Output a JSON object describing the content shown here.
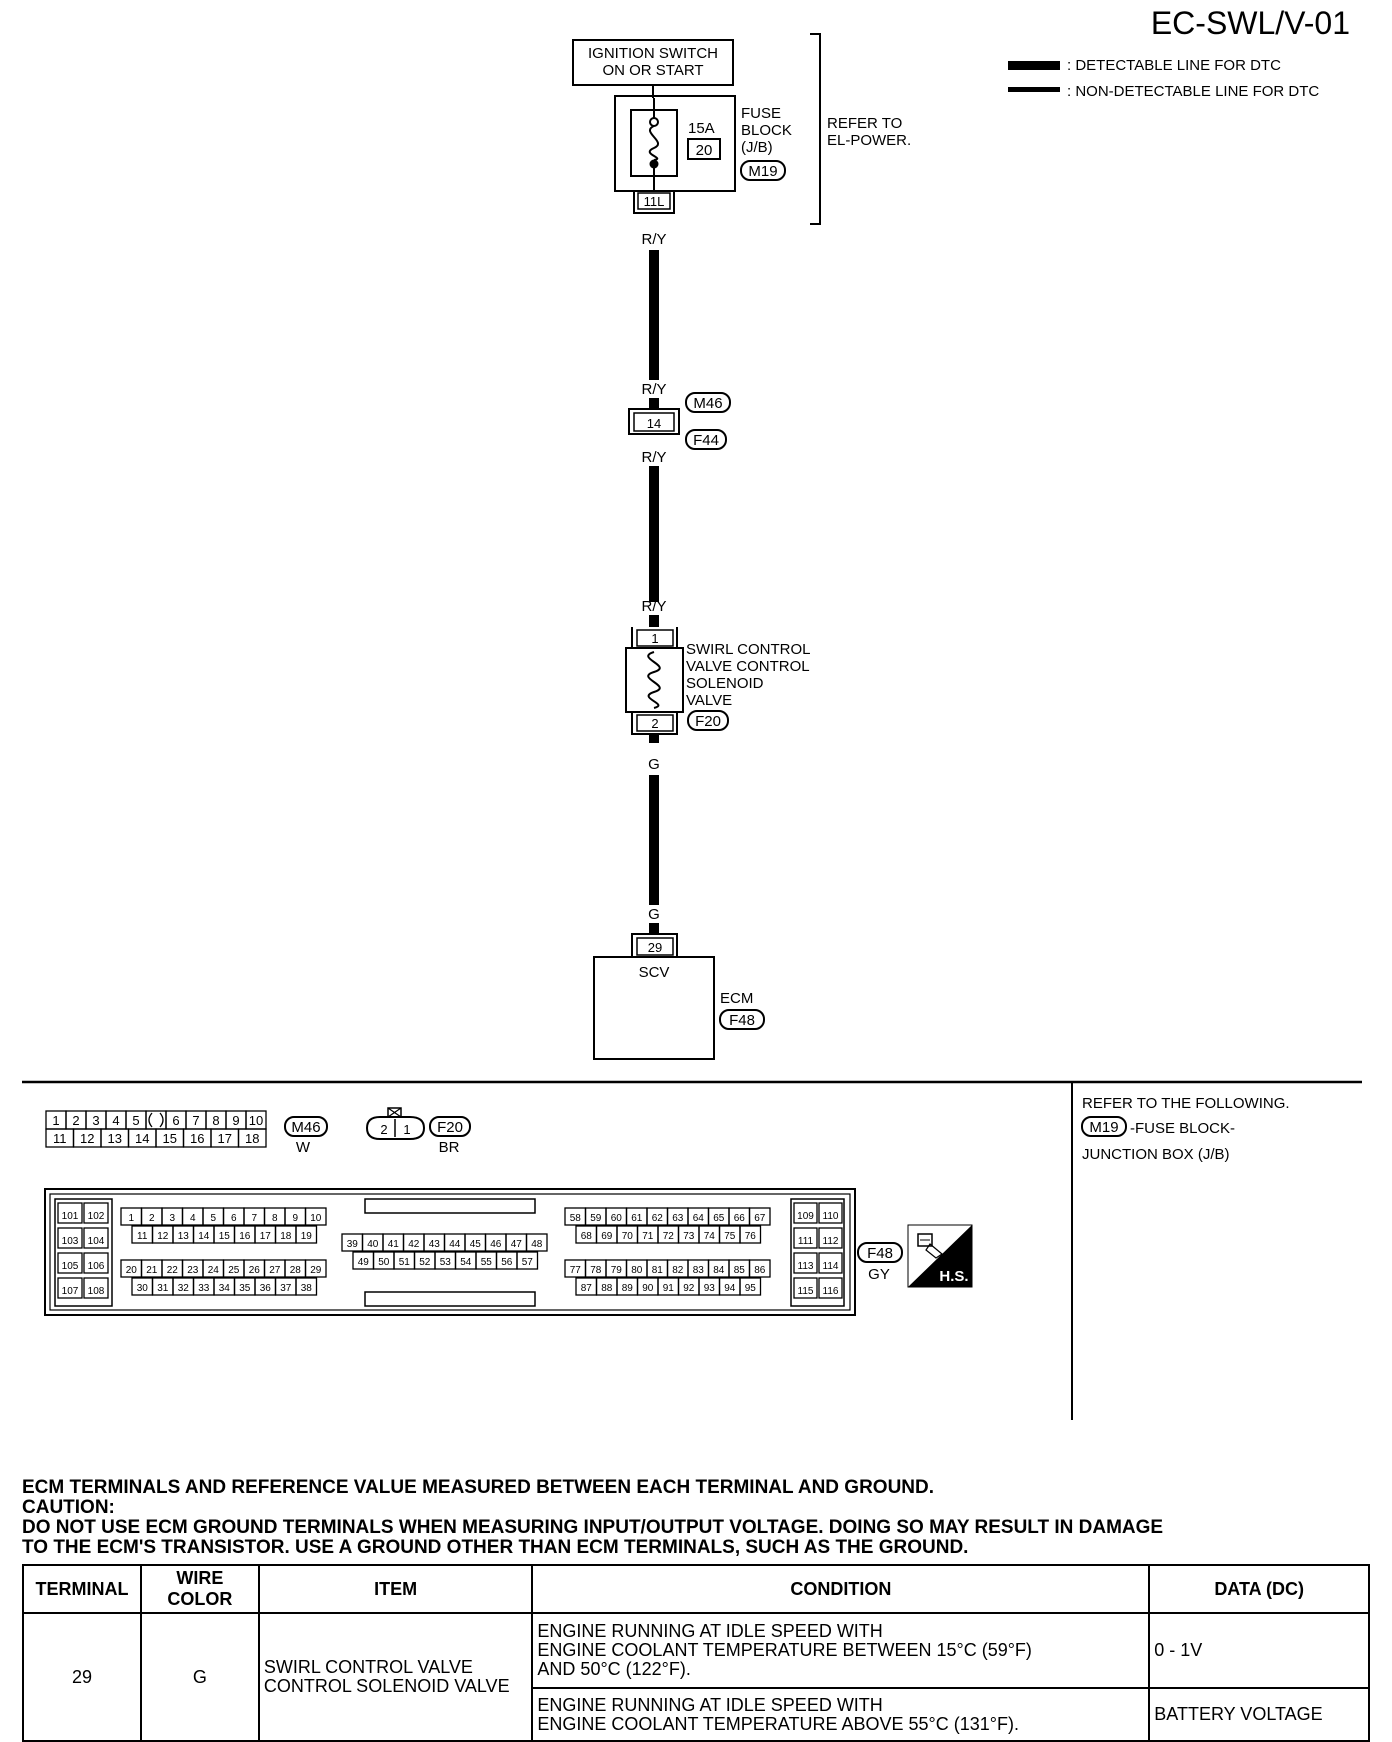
{
  "page_code": "EC-SWL/V-01",
  "legend": {
    "detectable": ": DETECTABLE LINE FOR DTC",
    "non_detectable": ": NON-DETECTABLE LINE FOR DTC"
  },
  "ignition": {
    "line1": "IGNITION SWITCH",
    "line2": "ON OR START"
  },
  "fuse": {
    "amp": "15A",
    "number": "20",
    "label1": "FUSE",
    "label2": "BLOCK",
    "label3": "(J/B)",
    "connector": "M19",
    "terminal": "11L"
  },
  "refer": {
    "line1": "REFER TO",
    "line2": "EL-POWER."
  },
  "wire_colors": {
    "ry": "R/Y",
    "g": "G"
  },
  "joint": {
    "pin": "14",
    "conn_top": "M46",
    "conn_bottom": "F44"
  },
  "solenoid": {
    "line1": "SWIRL CONTROL",
    "line2": "VALVE CONTROL",
    "line3": "SOLENOID",
    "line4": "VALVE",
    "pin_top": "1",
    "pin_bottom": "2",
    "connector": "F20"
  },
  "ecm_box": {
    "pin": "29",
    "signal": "SCV",
    "label": "ECM",
    "connector": "F48"
  },
  "connectors": {
    "m46": {
      "id": "M46",
      "color": "W",
      "row1": [
        "1",
        "2",
        "3",
        "4",
        "5",
        "",
        "6",
        "7",
        "8",
        "9",
        "10"
      ],
      "row2": [
        "11",
        "12",
        "13",
        "14",
        "15",
        "16",
        "17",
        "18"
      ]
    },
    "f20": {
      "id": "F20",
      "color": "BR",
      "pins": [
        "2",
        "1"
      ]
    },
    "f48": {
      "id": "F48",
      "color": "GY",
      "hs": "H.S.",
      "left_pairs": [
        [
          "101",
          "102"
        ],
        [
          "103",
          "104"
        ],
        [
          "105",
          "106"
        ],
        [
          "107",
          "108"
        ]
      ],
      "right_pairs": [
        [
          "109",
          "110"
        ],
        [
          "111",
          "112"
        ],
        [
          "113",
          "114"
        ],
        [
          "115",
          "116"
        ]
      ],
      "g1r1": [
        "1",
        "2",
        "3",
        "4",
        "5",
        "6",
        "7",
        "8",
        "9",
        "10"
      ],
      "g1r2": [
        "11",
        "12",
        "13",
        "14",
        "15",
        "16",
        "17",
        "18",
        "19"
      ],
      "g1r3": [
        "20",
        "21",
        "22",
        "23",
        "24",
        "25",
        "26",
        "27",
        "28",
        "29"
      ],
      "g1r4": [
        "30",
        "31",
        "32",
        "33",
        "34",
        "35",
        "36",
        "37",
        "38"
      ],
      "g2r1": [
        "39",
        "40",
        "41",
        "42",
        "43",
        "44",
        "45",
        "46",
        "47",
        "48"
      ],
      "g2r2": [
        "49",
        "50",
        "51",
        "52",
        "53",
        "54",
        "55",
        "56",
        "57"
      ],
      "g3r1": [
        "58",
        "59",
        "60",
        "61",
        "62",
        "63",
        "64",
        "65",
        "66",
        "67"
      ],
      "g3r2": [
        "68",
        "69",
        "70",
        "71",
        "72",
        "73",
        "74",
        "75",
        "76"
      ],
      "g3r3": [
        "77",
        "78",
        "79",
        "80",
        "81",
        "82",
        "83",
        "84",
        "85",
        "86"
      ],
      "g3r4": [
        "87",
        "88",
        "89",
        "90",
        "91",
        "92",
        "93",
        "94",
        "95"
      ]
    }
  },
  "refer_following": {
    "line1": "REFER TO THE FOLLOWING.",
    "conn": "M19",
    "line2": "-FUSE BLOCK-",
    "line3": "JUNCTION BOX (J/B)"
  },
  "notes": {
    "line1": "ECM TERMINALS AND REFERENCE VALUE MEASURED BETWEEN EACH TERMINAL AND GROUND.",
    "line2": "CAUTION:",
    "line3": "DO NOT USE ECM GROUND TERMINALS WHEN MEASURING INPUT/OUTPUT VOLTAGE. DOING SO MAY RESULT IN DAMAGE",
    "line4": "TO THE ECM'S TRANSISTOR. USE A GROUND OTHER THAN ECM TERMINALS, SUCH AS THE GROUND."
  },
  "table": {
    "headers": [
      "TERMINAL",
      "WIRE COLOR",
      "ITEM",
      "CONDITION",
      "DATA (DC)"
    ],
    "terminal": "29",
    "wire_color": "G",
    "item_line1": "SWIRL CONTROL VALVE",
    "item_line2": "CONTROL SOLENOID VALVE",
    "rows": [
      {
        "cond_line1": "ENGINE RUNNING AT IDLE SPEED WITH",
        "cond_line2": "ENGINE COOLANT TEMPERATURE BETWEEN 15°C (59°F)",
        "cond_line3": "AND 50°C (122°F).",
        "data": "0 - 1V"
      },
      {
        "cond_line1": "ENGINE RUNNING AT IDLE SPEED WITH",
        "cond_line2": "ENGINE COOLANT TEMPERATURE ABOVE 55°C (131°F).",
        "data": "BATTERY VOLTAGE"
      }
    ]
  }
}
